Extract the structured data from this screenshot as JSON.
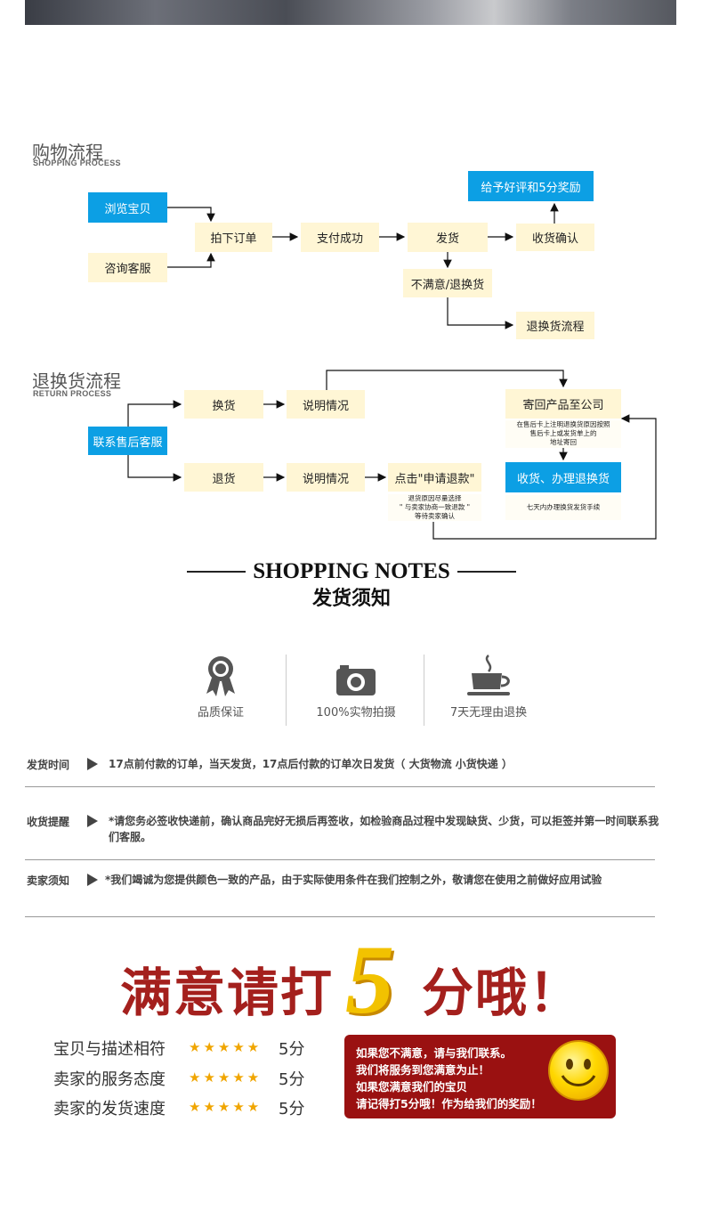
{
  "shopping_process": {
    "title": "购物流程",
    "subtitle": "SHOPPING PROCESS",
    "browse": "浏览宝贝",
    "consult": "咨询客服",
    "order": "拍下订单",
    "paid": "支付成功",
    "ship": "发货",
    "receive": "收货确认",
    "review": "给予好评和5分奖励",
    "unhappy": "不满意/退换货",
    "return_flow": "退换货流程"
  },
  "return_process": {
    "title": "退换货流程",
    "subtitle": "RETURN PROCESS",
    "contact": "联系售后客服",
    "exchange": "换货",
    "refund": "退货",
    "explain1": "说明情况",
    "explain2": "说明情况",
    "apply": "点击\"申请退款\"",
    "apply_note": [
      "退货原因尽量选择",
      "\" 与卖家协商一致退款 \"",
      "等待卖家确认"
    ],
    "mail_back": "寄回产品至公司",
    "mail_note": [
      "在售后卡上注明退换货原因按照",
      "售后卡上或发货单上的",
      "地址寄回"
    ],
    "handle": "收货、办理退换货",
    "handle_note": "七天内办理换货发货手续"
  },
  "notes": {
    "en": "SHOPPING NOTES",
    "cn": "发货须知"
  },
  "features": [
    {
      "icon": "award-ribbon-icon",
      "label": "品质保证"
    },
    {
      "icon": "camera-icon",
      "label": "100%实物拍摄"
    },
    {
      "icon": "coffee-cup-icon",
      "label": "7天无理由退换"
    }
  ],
  "rows": [
    {
      "label": "发货时间",
      "text": "17点前付款的订单，当天发货，17点后付款的订单次日发货（ 大货物流 小货快递 ）"
    },
    {
      "label": "收货提醒",
      "text": "*请您务必签收快递前，确认商品完好无损后再签收，如检验商品过程中发现缺货、少货，可以拒签并第一时间联系我们客服。"
    },
    {
      "label": "卖家须知",
      "text": "*我们竭诚为您提供颜色一致的产品，由于实际使用条件在我们控制之外，敬请您在使用之前做好应用试验"
    }
  ],
  "rating": {
    "headline_left": "满意请打",
    "five": "5",
    "headline_right": "分哦！",
    "items": [
      {
        "label": "宝贝与描述相符",
        "stars": "★★★★★",
        "score": "5分"
      },
      {
        "label": "卖家的服务态度",
        "stars": "★★★★★",
        "score": "5分"
      },
      {
        "label": "卖家的发货速度",
        "stars": "★★★★★",
        "score": "5分"
      }
    ],
    "message": [
      "如果您不满意，请与我们联系。",
      "我们将服务到您满意为止！",
      "如果您满意我们的宝贝",
      "请记得打5分哦！作为给我们的奖励！"
    ]
  },
  "colors": {
    "accent_blue": "#0c9fe4",
    "box_cream": "#fff6d5",
    "headline_red": "#a4201d",
    "star": "#f0a500"
  }
}
